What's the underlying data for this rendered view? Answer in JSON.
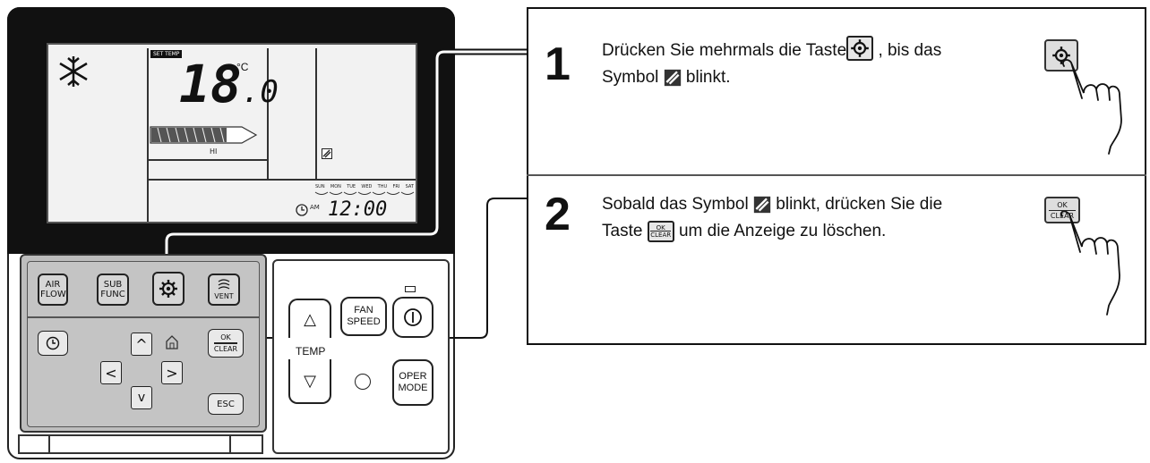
{
  "display": {
    "set_temp_label": "SET TEMP",
    "temperature_main": "18",
    "temperature_decimal": ".0",
    "temperature_unit": "°C",
    "fan_speed_label": "HI",
    "weekdays": [
      "SUN",
      "MON",
      "TUE",
      "WED",
      "THU",
      "FRI",
      "SAT"
    ],
    "am_label": "AM",
    "clock": "12:00"
  },
  "keypad": {
    "air_flow": "AIR FLOW",
    "sub_func": "SUB FUNC",
    "vent": "VENT",
    "ok_top": "OK",
    "ok_bottom": "CLEAR",
    "esc": "ESC"
  },
  "control": {
    "fan_speed": "FAN SPEED",
    "temp": "TEMP",
    "oper_mode": "OPER MODE",
    "up_arrow": "△",
    "down_arrow": "▽"
  },
  "steps": [
    {
      "number": "1",
      "line1_before": "Drücken Sie mehrmals die Taste",
      "line1_after": ", bis das",
      "line2_before": "Symbol",
      "line2_after": "blinkt."
    },
    {
      "number": "2",
      "line1_before": "Sobald das Symbol",
      "line1_after": "blinkt, drücken Sie die",
      "line2_before": "Taste",
      "line2_after": "um die Anzeige zu löschen."
    }
  ]
}
